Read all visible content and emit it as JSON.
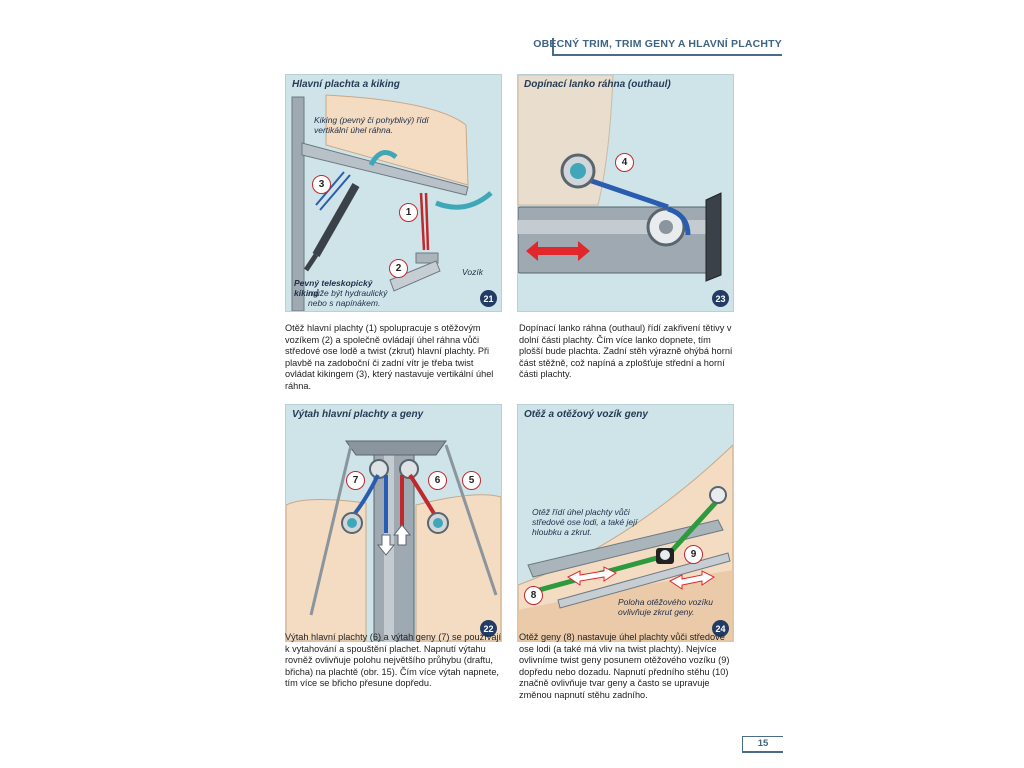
{
  "header": {
    "title": "OBECNÝ TRIM, TRIM GENY A HLAVNÍ PLACHTY"
  },
  "page_number": "15",
  "panels": [
    {
      "title": "Hlavní plachta a kiking",
      "number": "21",
      "callouts": [
        "3",
        "1",
        "2"
      ],
      "note_kiking": "Kiking (pevný či pohyblivý) řídí vertikální úhel ráhna.",
      "note_vozik": "Vozík",
      "note_pevny_bold": "Pevný teleskopický kiking",
      "note_pevny": "může být hydraulický nebo s napínákem.",
      "text": "Otěž hlavní plachty (1) spolupracuje s otěžovým vozíkem (2) a společně ovládají úhel ráhna vůči středové ose lodě a twist (zkrut) hlavní plachty. Při plavbě na zadoboční či zadní vítr je třeba twist ovládat kikingem (3), který nastavuje vertikální úhel ráhna."
    },
    {
      "title": "Dopínací lanko ráhna (outhaul)",
      "number": "23",
      "callouts": [
        "4"
      ],
      "text": "Dopínací lanko ráhna (outhaul) řídí zakřivení tětivy v dolní části plachty. Čím více lanko dopnete, tím plošší bude plachta. Zadní stěh výrazně ohýbá horní část stěžně, což napíná a zplošťuje střední a horní části plachty."
    },
    {
      "title": "Výtah hlavní plachty a geny",
      "number": "22",
      "callouts": [
        "7",
        "6",
        "5"
      ],
      "text": "Výtah hlavní plachty (6) a výtah geny (7) se používají k vytahování a spouštění plachet. Napnutí výtahu rovněž ovlivňuje polohu největšího průhybu (draftu, břicha) na plachtě (obr. 15). Čím více výtah napnete, tím více se břicho přesune dopředu."
    },
    {
      "title": "Otěž a otěžový vozík geny",
      "number": "24",
      "callouts": [
        "9",
        "8"
      ],
      "note_oteze": "Otěž řídí úhel plachty vůči středové ose lodi, a také její hloubku a zkrut.",
      "note_poloha": "Poloha otěžového vozíku ovlivňuje zkrut geny.",
      "text": "Otěž geny (8) nastavuje úhel plachty vůči středové ose lodi (a také má vliv na twist plachty). Nejvíce ovlivníme twist geny posunem otěžového vozíku (9) dopředu nebo dozadu. Napnutí předního stěhu (10) značně ovlivňuje tvar geny a často se upravuje změnou napnutí stěhu zadního."
    }
  ]
}
